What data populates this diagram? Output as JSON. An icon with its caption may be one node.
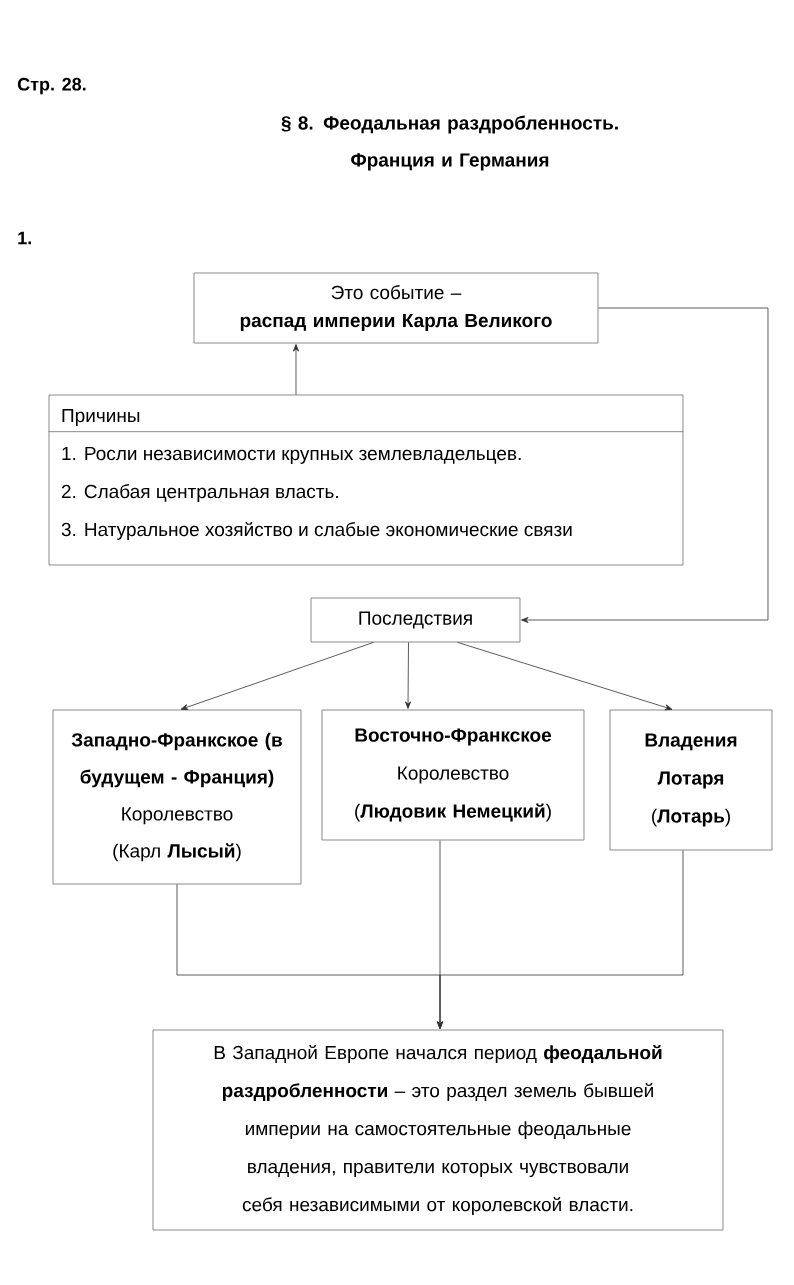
{
  "diagram": {
    "title": "§ 8. Феодальная раздробленность. Франция и Германия",
    "nodes": [
      {
        "text": [
          "Это событие –",
          "распад империи Карла Великого"
        ]
      },
      {
        "text": [
          "Причины",
          "1. Росли независимости крупных землевладельцев.",
          "2. Слабая центральная власть.",
          "3. Натуральное хозяйство и слабые экономические связи"
        ]
      },
      {
        "text": [
          "Последствия"
        ]
      },
      {
        "text": [
          "Западно-Франкское (в будущем - Франция)",
          "Королевство",
          "(Карл **Лысый**)"
        ]
      },
      {
        "text": [
          "Восточно-Франкское",
          "Королевство",
          "(**Людовик Немецкий**)"
        ]
      },
      {
        "text": [
          "Владения Лотаря",
          "(**Лотарь**)"
        ]
      },
      {
        "text": [
          "В Западной Европе начался период **феодальной раздробленности** – это раздел земель бывшей империи на самостоятельные феодальные владения, правители которых чувствовали себя независимыми от королевской власти."
        ]
      }
    ],
    "edges": [
      {
        "from": 1,
        "to": 0,
        "arrow": "to"
      },
      {
        "from": 0,
        "to": 2,
        "arrow": "to"
      },
      {
        "from": 2,
        "to": 3,
        "arrow": "to"
      },
      {
        "from": 2,
        "to": 4,
        "arrow": "to"
      },
      {
        "from": 2,
        "to": 5,
        "arrow": "to"
      },
      {
        "from": 3,
        "to": 6,
        "arrow": "to"
      },
      {
        "from": 4,
        "to": 6,
        "arrow": "to"
      },
      {
        "from": 5,
        "to": 6,
        "arrow": "to"
      }
    ],
    "labels": [
      "Стр. 28.",
      "1."
    ]
  }
}
